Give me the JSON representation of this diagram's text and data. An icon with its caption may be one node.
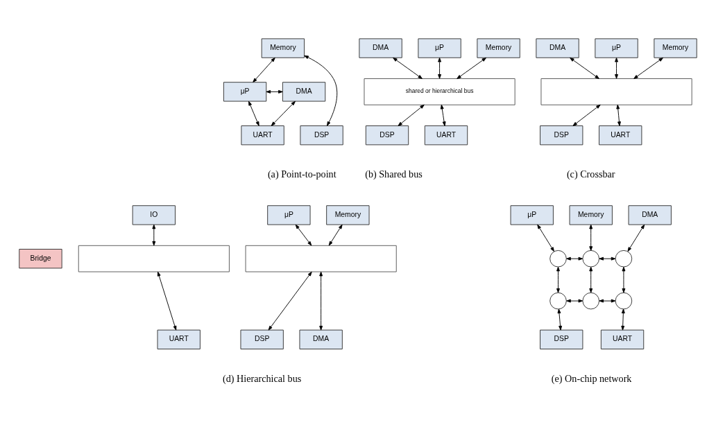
{
  "diagram": {
    "nodes": [
      {
        "text": [
          "Memory"
        ]
      },
      {
        "text": [
          "μP"
        ]
      },
      {
        "text": [
          "DMA"
        ]
      },
      {
        "text": [
          "DSP"
        ]
      },
      {
        "text": [
          "UART"
        ]
      },
      {
        "text": [
          "Memory"
        ]
      },
      {
        "text": [
          "μP"
        ]
      },
      {
        "text": [
          "DMA"
        ]
      },
      {
        "text": [
          "shared or hierarchical bus"
        ]
      },
      {
        "text": [
          "DSP"
        ]
      },
      {
        "text": [
          "UART"
        ]
      },
      {
        "text": [
          "Memory"
        ]
      },
      {
        "text": [
          "μP"
        ]
      },
      {
        "text": [
          "DMA"
        ]
      },
      {
        "text": [],
        "shape": "arrow"
      },
      {
        "text": [
          "DSP"
        ]
      },
      {
        "text": [
          "UART"
        ]
      },
      {
        "text": [
          "Memory"
        ]
      },
      {
        "text": [
          "μP"
        ]
      },
      {
        "text": [
          "IO"
        ]
      },
      {
        "text": [],
        "shape": "arrow"
      },
      {
        "text": [
          "Bridge"
        ]
      },
      {
        "text": [],
        "shape": "arrow"
      },
      {
        "text": [
          "DSP"
        ]
      },
      {
        "text": [
          "DMA"
        ]
      },
      {
        "text": [
          "UART"
        ]
      },
      {
        "text": [
          "Memory"
        ]
      },
      {
        "text": [
          "μP"
        ]
      },
      {
        "text": [
          "DMA"
        ]
      },
      {
        "text": [],
        "shape": "circle"
      },
      {
        "text": [],
        "shape": "circle"
      },
      {
        "text": [],
        "shape": "circle"
      },
      {
        "text": [],
        "shape": "circle"
      },
      {
        "text": [],
        "shape": "circle"
      },
      {
        "text": [],
        "shape": "circle"
      },
      {
        "text": [
          "DSP"
        ]
      },
      {
        "text": [
          "UART"
        ]
      }
    ],
    "edges": [
      {
        "from": 0,
        "to": 1,
        "arrow": "both"
      },
      {
        "from": 1,
        "to": 2,
        "arrow": "both"
      },
      {
        "from": 0,
        "to": 3,
        "arrow": "both"
      },
      {
        "from": 1,
        "to": 4,
        "arrow": "both"
      },
      {
        "from": 2,
        "to": 4,
        "arrow": "both"
      },
      {
        "from": 5,
        "to": 8,
        "arrow": "both"
      },
      {
        "from": 6,
        "to": 8,
        "arrow": "both"
      },
      {
        "from": 7,
        "to": 8,
        "arrow": "both"
      },
      {
        "from": 8,
        "to": 9,
        "arrow": "both"
      },
      {
        "from": 8,
        "to": 10,
        "arrow": "both"
      },
      {
        "from": 11,
        "to": 14,
        "arrow": "both"
      },
      {
        "from": 12,
        "to": 14,
        "arrow": "both"
      },
      {
        "from": 13,
        "to": 14,
        "arrow": "both"
      },
      {
        "from": 14,
        "to": 15,
        "arrow": "both"
      },
      {
        "from": 14,
        "to": 16,
        "arrow": "both"
      },
      {
        "from": 17,
        "to": 20,
        "arrow": "both"
      },
      {
        "from": 18,
        "to": 20,
        "arrow": "both"
      },
      {
        "from": 19,
        "to": 22,
        "arrow": "both"
      },
      {
        "from": 20,
        "to": 23,
        "arrow": "both"
      },
      {
        "from": 20,
        "to": 24,
        "arrow": "both"
      },
      {
        "from": 22,
        "to": 25,
        "arrow": "both"
      },
      {
        "from": 26,
        "to": 30,
        "arrow": "both"
      },
      {
        "from": 27,
        "to": 29,
        "arrow": "both"
      },
      {
        "from": 28,
        "to": 31,
        "arrow": "both"
      },
      {
        "from": 29,
        "to": 30,
        "arrow": "both"
      },
      {
        "from": 30,
        "to": 31,
        "arrow": "both"
      },
      {
        "from": 29,
        "to": 32,
        "arrow": "both"
      },
      {
        "from": 30,
        "to": 33,
        "arrow": "both"
      },
      {
        "from": 31,
        "to": 34,
        "arrow": "both"
      },
      {
        "from": 32,
        "to": 33,
        "arrow": "both"
      },
      {
        "from": 33,
        "to": 34,
        "arrow": "both"
      },
      {
        "from": 32,
        "to": 35,
        "arrow": "both"
      },
      {
        "from": 34,
        "to": 36,
        "arrow": "both"
      }
    ],
    "labels": [
      "(a) Point-to-point",
      "(b) Shared bus",
      "(c) Crossbar",
      "(d) Hierarchical bus",
      "(e) On-chip network"
    ]
  }
}
